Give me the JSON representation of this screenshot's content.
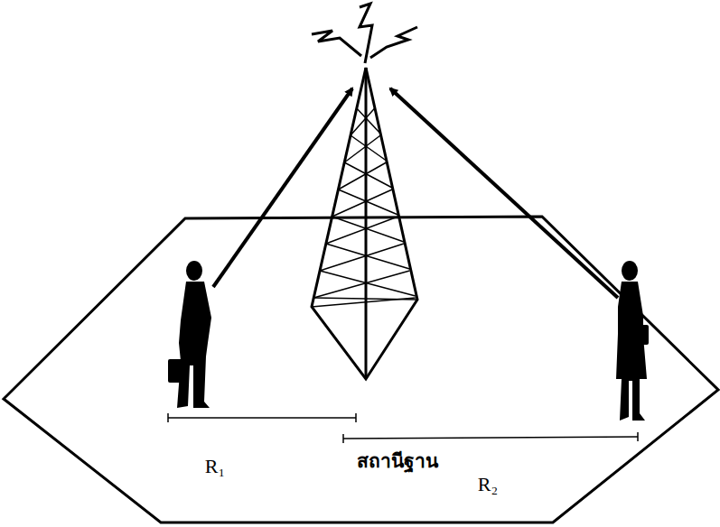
{
  "diagram": {
    "labels": [
      "สถานีฐาน",
      "R₁",
      "R₂"
    ]
  }
}
